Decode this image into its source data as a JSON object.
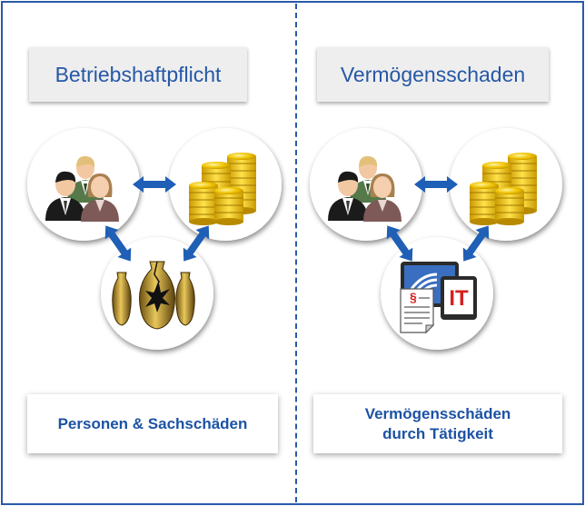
{
  "left_panel": {
    "heading": "Betriebshaftpflicht",
    "caption": "Personen & Sachschäden",
    "nodes": [
      "people-icon",
      "coins-icon",
      "broken-vases-icon"
    ]
  },
  "right_panel": {
    "heading": "Vermögensschaden",
    "caption": "Vermögensschäden\ndurch Tätigkeit",
    "nodes": [
      "people-icon",
      "coins-icon",
      "it-devices-icon"
    ],
    "it_badge": "IT",
    "paragraph_symbol": "§"
  },
  "colors": {
    "accent_blue": "#2a59a8",
    "arrow_blue": "#1f5fb5",
    "coin_gold": "#e5b800"
  }
}
